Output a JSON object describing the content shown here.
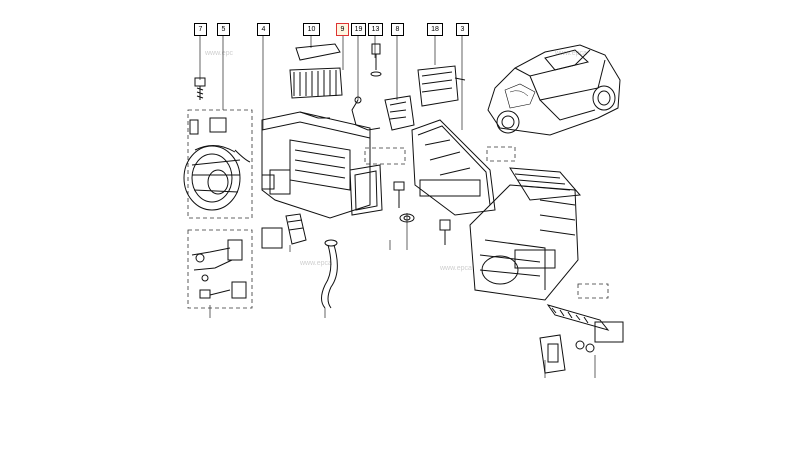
{
  "diagram": {
    "callouts": [
      {
        "id": "c7",
        "label": "7"
      },
      {
        "id": "c5",
        "label": "5"
      },
      {
        "id": "c4",
        "label": "4"
      },
      {
        "id": "c10",
        "label": "10"
      },
      {
        "id": "c9",
        "label": "9",
        "selected": true
      },
      {
        "id": "c19",
        "label": "19"
      },
      {
        "id": "c13",
        "label": "13"
      },
      {
        "id": "c8",
        "label": "8"
      },
      {
        "id": "c18",
        "label": "18"
      },
      {
        "id": "c3",
        "label": "3"
      }
    ],
    "watermarks": [
      "www.epc",
      "www.epca",
      "www.epca",
      "www.epca"
    ],
    "colors": {
      "line": "#111111",
      "accent": "#d33333",
      "watermark": "#c8c8c8"
    }
  }
}
